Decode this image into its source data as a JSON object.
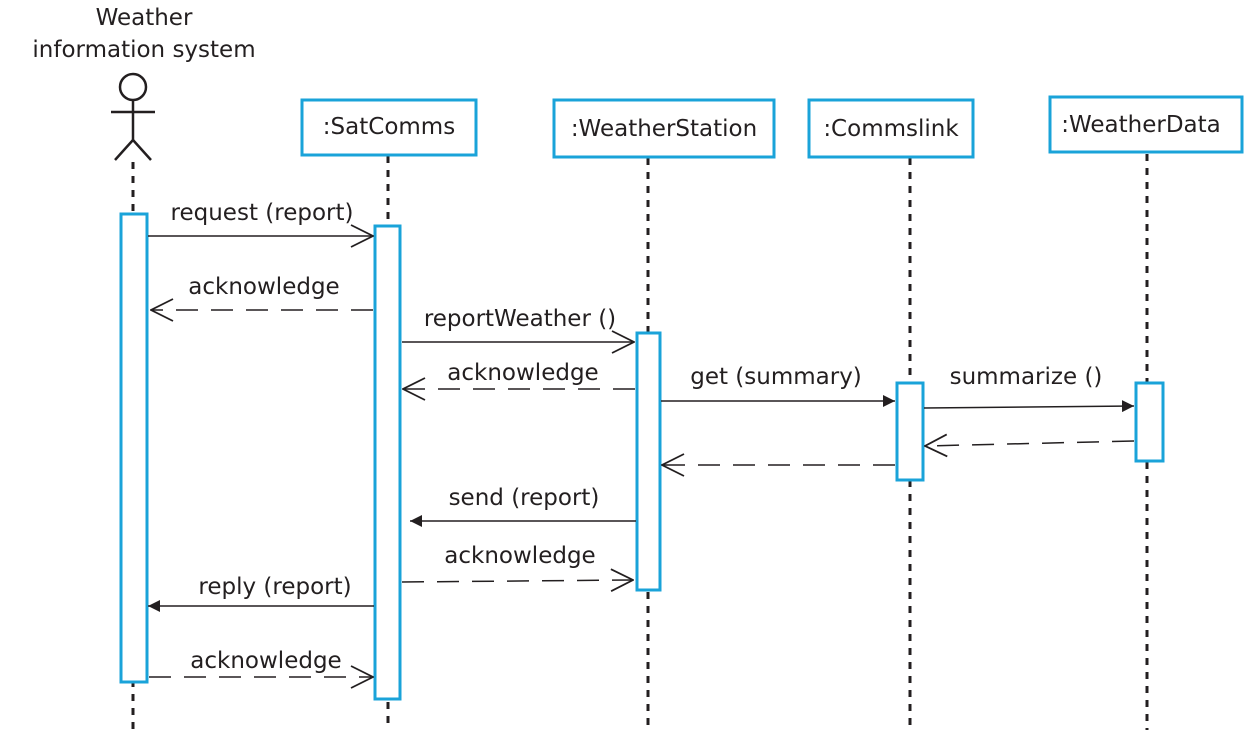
{
  "colors": {
    "accent": "#1aa3d9",
    "ink": "#231f20",
    "background": "#ffffff"
  },
  "actor": {
    "icon": "stick-figure-actor-icon",
    "title_line1": "Weather",
    "title_line2": "information system"
  },
  "objects": [
    {
      "id": "satcomms",
      "label": ":SatComms"
    },
    {
      "id": "weatherstation",
      "label": ":WeatherStation"
    },
    {
      "id": "commslink",
      "label": ":Commslink"
    },
    {
      "id": "weatherdata",
      "label": ":WeatherData"
    }
  ],
  "messages": [
    {
      "id": "request",
      "label": "request (report)",
      "style": "sync"
    },
    {
      "id": "ack1",
      "label": "acknowledge",
      "style": "return"
    },
    {
      "id": "reportweather",
      "label": "reportWeather ()",
      "style": "sync"
    },
    {
      "id": "ack2",
      "label": "acknowledge",
      "style": "return"
    },
    {
      "id": "get",
      "label": "get (summary)",
      "style": "sync"
    },
    {
      "id": "summarize",
      "label": "summarize ()",
      "style": "sync"
    },
    {
      "id": "ret-summarize",
      "label": "",
      "style": "return"
    },
    {
      "id": "ret-get",
      "label": "",
      "style": "return"
    },
    {
      "id": "send",
      "label": "send (report)",
      "style": "sync"
    },
    {
      "id": "ack3",
      "label": "acknowledge",
      "style": "return"
    },
    {
      "id": "reply",
      "label": "reply (report)",
      "style": "sync"
    },
    {
      "id": "ack4",
      "label": "acknowledge",
      "style": "return"
    }
  ]
}
